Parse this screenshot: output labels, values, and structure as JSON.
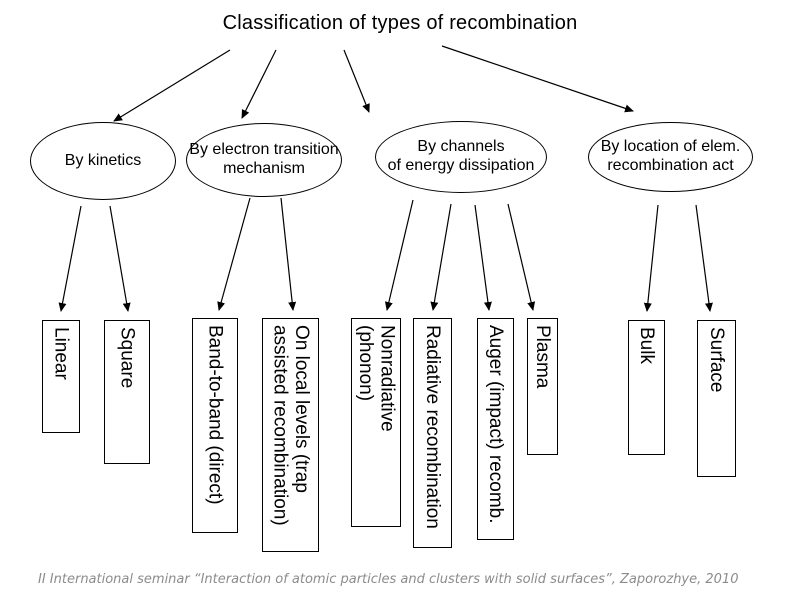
{
  "diagram": {
    "title": "Classification of types of recombination",
    "categories": [
      {
        "label": "By kinetics",
        "children": [
          "Linear",
          "Square"
        ]
      },
      {
        "label": "By electron transition\nmechanism",
        "children": [
          "Band-to-band (direct)",
          "On local levels (trap\nassisted recombination)"
        ]
      },
      {
        "label": "By channels\nof energy dissipation",
        "children": [
          "Nonradiative\n(phonon)",
          "Radiative recombination",
          "Auger (impact) recomb.",
          "Plasma"
        ]
      },
      {
        "label": "By location of elem.\nrecombination act",
        "children": [
          "Bulk",
          "Surface"
        ]
      }
    ],
    "footer": "II International seminar “Interaction of atomic particles and clusters with solid surfaces”, Zaporozhye, 2010",
    "colors": {
      "background": "#ffffff",
      "text": "#000000",
      "stroke": "#000000",
      "footer_text": "#8c8c8c"
    }
  }
}
